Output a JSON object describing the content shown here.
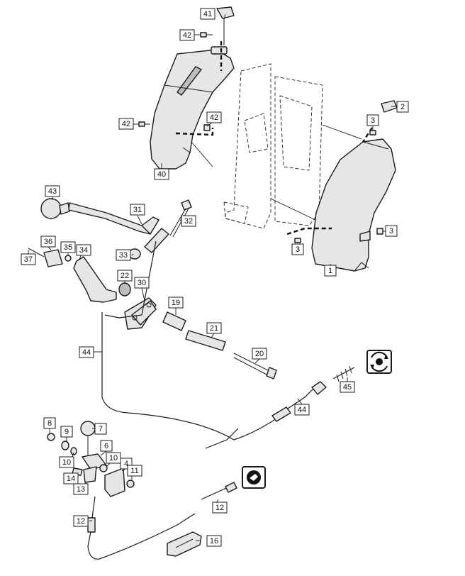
{
  "callouts": [
    {
      "id": "c41",
      "label": "41"
    },
    {
      "id": "c42a",
      "label": "42"
    },
    {
      "id": "c42b",
      "label": "42"
    },
    {
      "id": "c42c",
      "label": "42"
    },
    {
      "id": "c40",
      "label": "40"
    },
    {
      "id": "c2",
      "label": "2"
    },
    {
      "id": "c3a",
      "label": "3"
    },
    {
      "id": "c3b",
      "label": "3"
    },
    {
      "id": "c3c",
      "label": "3"
    },
    {
      "id": "c1",
      "label": "1"
    },
    {
      "id": "c43",
      "label": "43"
    },
    {
      "id": "c31",
      "label": "31"
    },
    {
      "id": "c32",
      "label": "32"
    },
    {
      "id": "c33",
      "label": "33"
    },
    {
      "id": "c36",
      "label": "36"
    },
    {
      "id": "c35",
      "label": "35"
    },
    {
      "id": "c34",
      "label": "34"
    },
    {
      "id": "c37",
      "label": "37"
    },
    {
      "id": "c22",
      "label": "22"
    },
    {
      "id": "c30",
      "label": "30"
    },
    {
      "id": "c19",
      "label": "19"
    },
    {
      "id": "c21",
      "label": "21"
    },
    {
      "id": "c20",
      "label": "20"
    },
    {
      "id": "c44a",
      "label": "44"
    },
    {
      "id": "c44b",
      "label": "44"
    },
    {
      "id": "c45",
      "label": "45"
    },
    {
      "id": "c8",
      "label": "8"
    },
    {
      "id": "c9",
      "label": "9"
    },
    {
      "id": "c7",
      "label": "7"
    },
    {
      "id": "c6",
      "label": "6"
    },
    {
      "id": "c10a",
      "label": "10"
    },
    {
      "id": "c10b",
      "label": "10"
    },
    {
      "id": "c4",
      "label": "4"
    },
    {
      "id": "c11",
      "label": "11"
    },
    {
      "id": "c14",
      "label": "14"
    },
    {
      "id": "c13",
      "label": "13"
    },
    {
      "id": "c12a",
      "label": "12"
    },
    {
      "id": "c12b",
      "label": "12"
    },
    {
      "id": "c16",
      "label": "16"
    }
  ],
  "icons": [
    {
      "id": "auger-rotation-icon",
      "name": "rotation-symbol-icon"
    },
    {
      "id": "drive-control-icon",
      "name": "drive-symbol-icon"
    }
  ],
  "colors": {
    "line": "#1a1a1a",
    "part_fill": "#e6e6e6",
    "background": "#ffffff"
  }
}
